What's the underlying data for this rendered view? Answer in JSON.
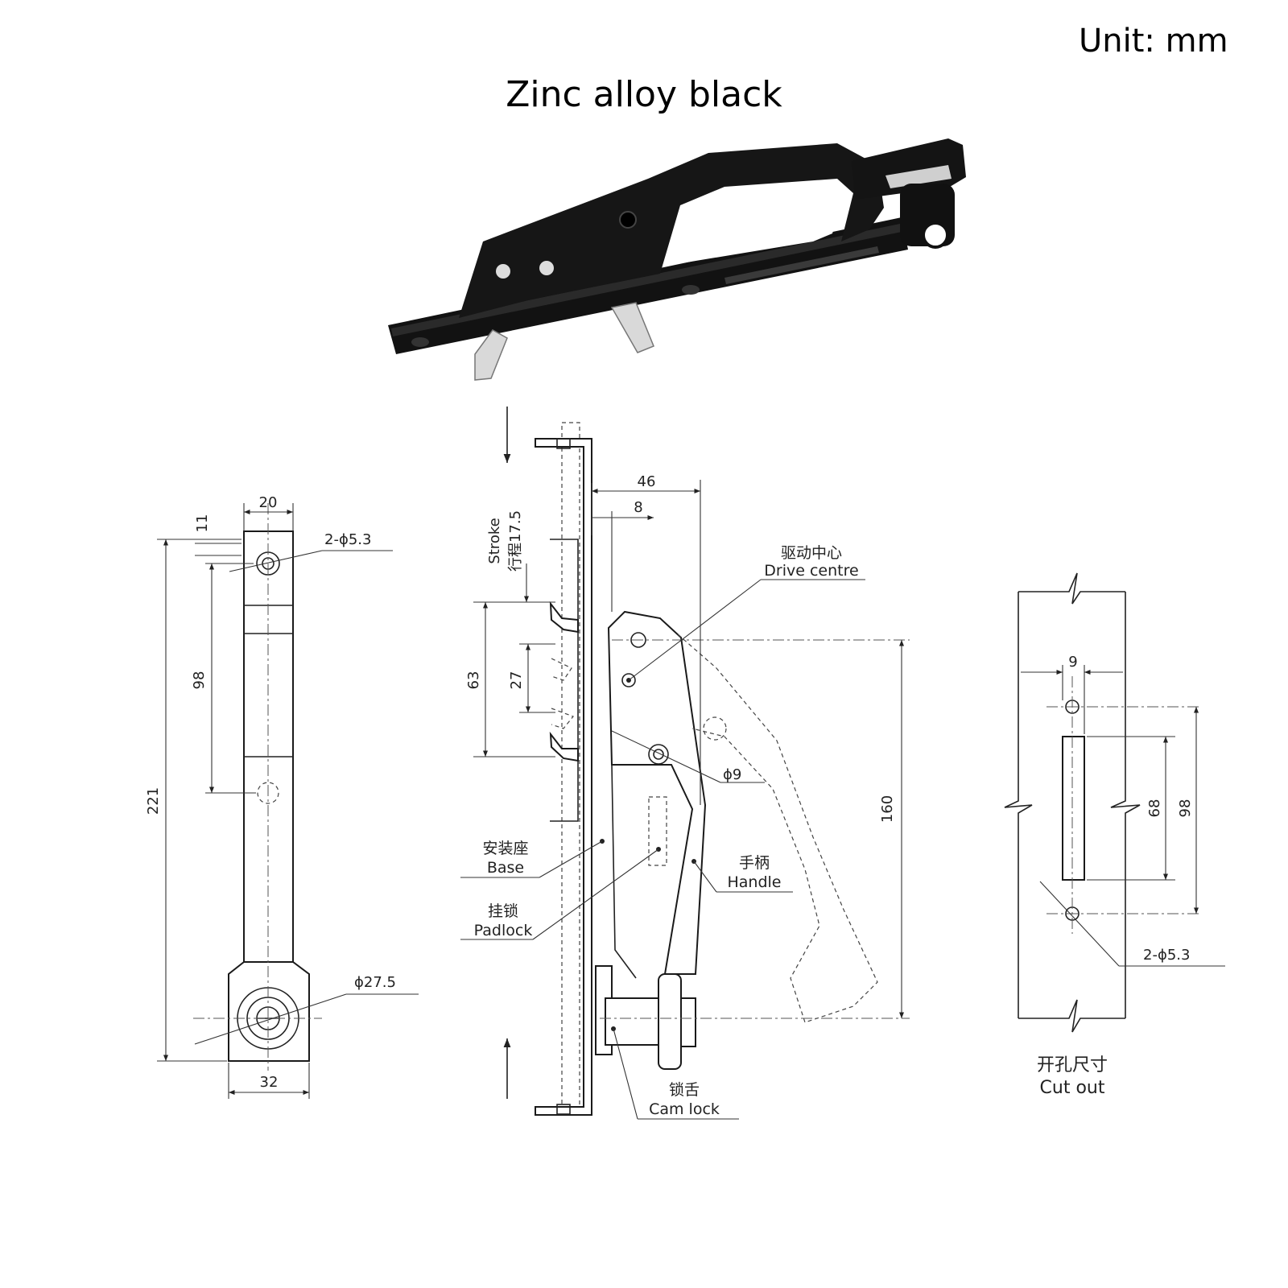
{
  "header": {
    "unit": "Unit:  mm",
    "title": "Zinc alloy black"
  },
  "left_view": {
    "dims": {
      "width_top": "20",
      "offset_top": "11",
      "hole": "2-ϕ5.3",
      "hole_spacing": "98",
      "total_length": "221",
      "cylinder": "ϕ27.5",
      "width_bottom": "32"
    }
  },
  "side_view": {
    "dims": {
      "depth": "46",
      "offset": "8",
      "stroke_en": "Stroke",
      "stroke_cn": "行程17.5",
      "height_63": "63",
      "height_27": "27",
      "pivot": "ϕ9",
      "height_160": "160"
    },
    "labels": {
      "drive_cn": "驱动中心",
      "drive_en": "Drive centre",
      "base_cn": "安装座",
      "base_en": "Base",
      "padlock_cn": "挂锁",
      "padlock_en": "Padlock",
      "handle_cn": "手柄",
      "handle_en": "Handle",
      "cam_cn": "锁舌",
      "cam_en": "Cam lock"
    }
  },
  "cutout_view": {
    "dims": {
      "width_9": "9",
      "slot_68": "68",
      "spacing_98": "98",
      "holes": "2-ϕ5.3"
    },
    "caption_cn": "开孔尺寸",
    "caption_en": "Cut out"
  },
  "colors": {
    "product": "#141414",
    "line": "#222222",
    "background": "#ffffff"
  }
}
